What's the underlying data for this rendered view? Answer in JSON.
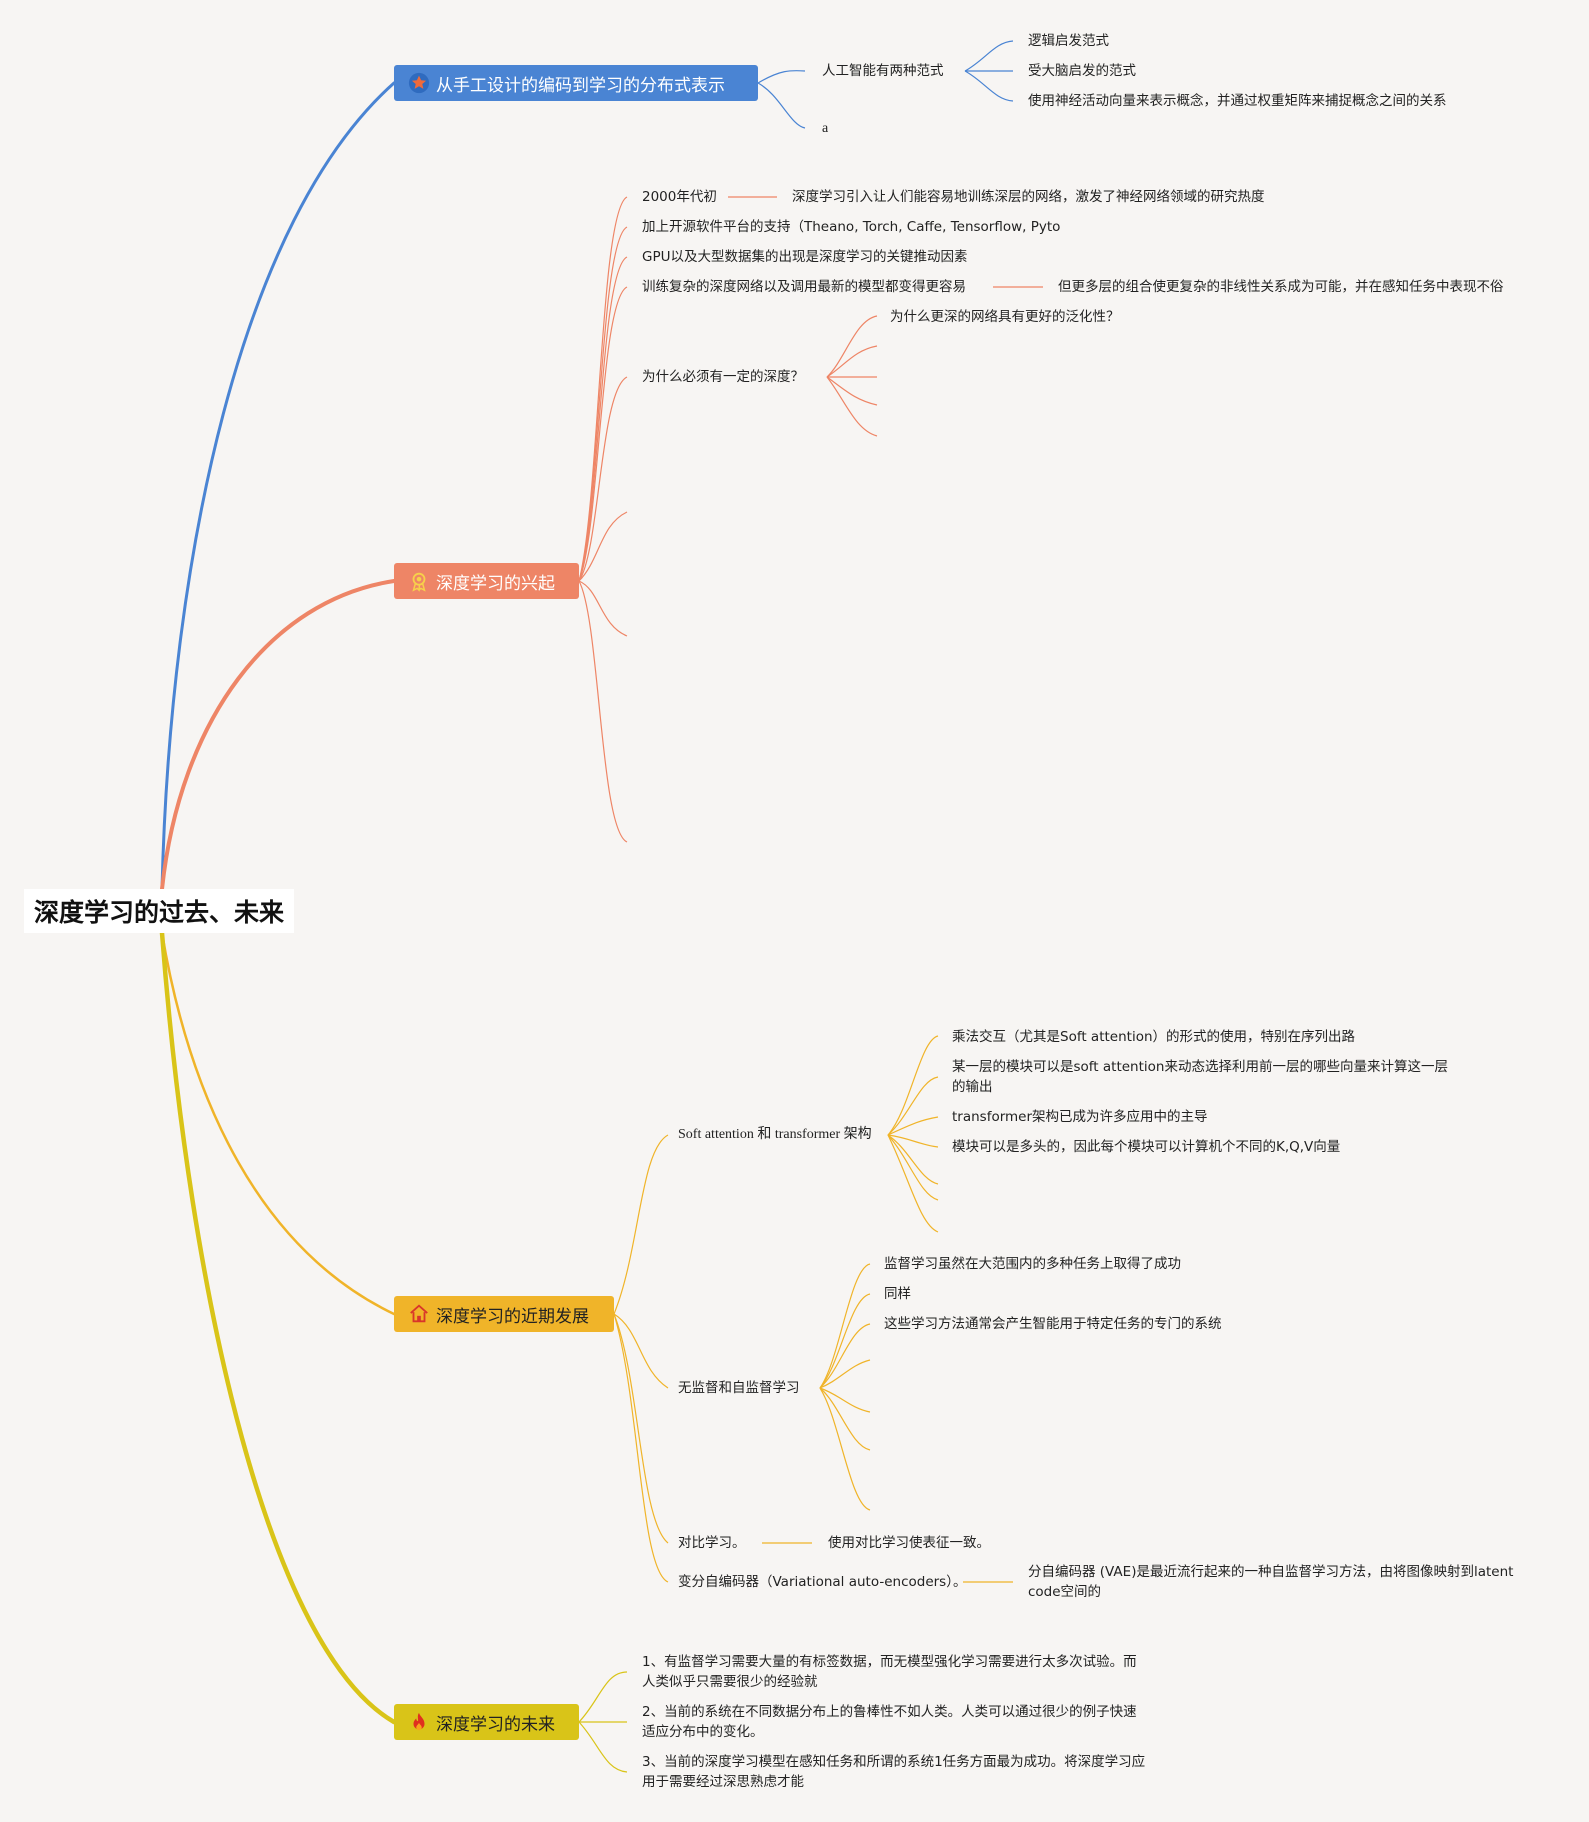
{
  "root": {
    "title": "深度学习的过去、未来"
  },
  "branches": [
    {
      "label": "从手工设计的编码到学习的分布式表示",
      "color": "#4a84d3",
      "icon": "star-icon",
      "children": [
        {
          "label": "人工智能有两种范式",
          "children": [
            "逻辑启发范式",
            "受大脑启发的范式",
            "使用神经活动向量来表示概念，并通过权重矩阵来捕捉概念之间的关系"
          ]
        },
        {
          "label": "a"
        }
      ]
    },
    {
      "label": "深度学习的兴起",
      "color": "#ee8566",
      "icon": "medal-icon",
      "children": [
        {
          "label": "2000年代初",
          "note": "深度学习引入让人们能容易地训练深层的网络，激发了神经网络领域的研究热度"
        },
        {
          "label": "加上开源软件平台的支持（Theano, Torch, Caffe, Tensorflow, Pyto"
        },
        {
          "label": "GPU以及大型数据集的出现是深度学习的关键推动因素"
        },
        {
          "label": "训练复杂的深度网络以及调用最新的模型都变得更容易",
          "note": "但更多层的组合使更复杂的非线性关系成为可能，并在感知任务中表现不俗"
        },
        {
          "label": "为什么必须有一定的深度？",
          "children": [
            "为什么更深的网络具有更好的泛化性？"
          ]
        }
      ]
    },
    {
      "label": "深度学习的近期发展",
      "color": "#f0b429",
      "icon": "home-icon",
      "children": [
        {
          "label": "Soft attention 和 transformer 架构",
          "children": [
            "乘法交互（尤其是Soft attention）的形式的使用，特别在序列出路",
            "某一层的模块可以是soft attention来动态选择利用前一层的哪些向量来计算这一层的输出",
            "transformer架构已成为许多应用中的主导",
            "模块可以是多头的，因此每个模块可以计算机个不同的K,Q,V向量"
          ]
        },
        {
          "label": "无监督和自监督学习",
          "children": [
            "监督学习虽然在大范围内的多种任务上取得了成功",
            "同样",
            "这些学习方法通常会产生智能用于特定任务的专门的系统"
          ]
        },
        {
          "label": "对比学习。",
          "note": "使用对比学习使表征一致。"
        },
        {
          "label": "变分自编码器（Variational auto-encoders）。",
          "note": "分自编码器 (VAE)是最近流行起来的一种自监督学习方法，由将图像映射到latent code空间的"
        }
      ]
    },
    {
      "label": "深度学习的未来",
      "color": "#d9c418",
      "icon": "fire-icon",
      "children": [
        {
          "label": "1、有监督学习需要大量的有标签数据，而无模型强化学习需要进行太多次试验。而人类似乎只需要很少的经验就"
        },
        {
          "label": "2、当前的系统在不同数据分布上的鲁棒性不如人类。人类可以通过很少的例子快速适应分布中的变化。"
        },
        {
          "label": "3、当前的深度学习模型在感知任务和所谓的系统1任务方面最为成功。将深度学习应用于需要经过深思熟虑才能"
        }
      ]
    }
  ]
}
